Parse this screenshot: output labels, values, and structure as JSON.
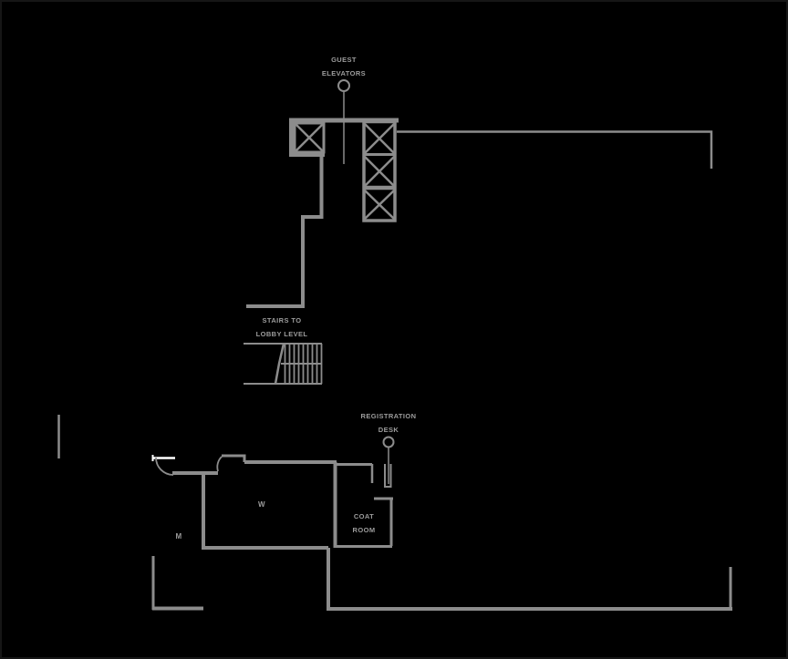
{
  "canvas": {
    "background": "#000000",
    "wall_color": "#8c8c8c",
    "door_leaf_color": "#ffffff",
    "text_color": "#9c9c9c"
  },
  "labels": {
    "guest_elevators": {
      "line1": "GUEST",
      "line2": "ELEVATORS"
    },
    "stairs": {
      "line1": "STAIRS TO",
      "line2": "LOBBY LEVEL"
    },
    "registration_desk": {
      "line1": "REGISTRATION",
      "line2": "DESK"
    },
    "womens_room": {
      "text": "W"
    },
    "mens_room": {
      "text": "M"
    },
    "coat_room": {
      "line1": "COAT",
      "line2": "ROOM"
    }
  }
}
